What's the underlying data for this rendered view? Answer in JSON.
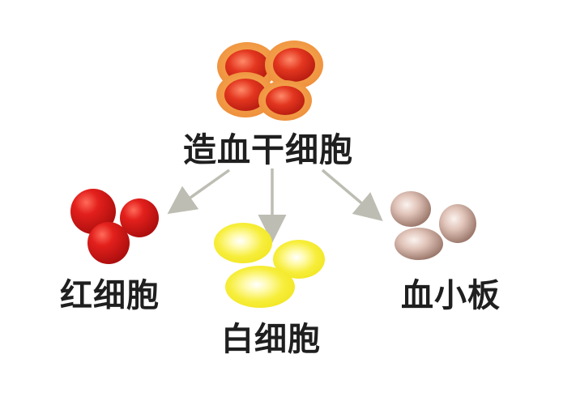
{
  "diagram": {
    "source": {
      "label": "造血干细胞",
      "cell_color": "#e0422a",
      "rim_color": "#f2a24a"
    },
    "targets": [
      {
        "key": "red",
        "label": "红细胞",
        "cell_color": "#d81d1d"
      },
      {
        "key": "white",
        "label": "白细胞",
        "cell_color": "#f4ea3a"
      },
      {
        "key": "platelet",
        "label": "血小板",
        "cell_color": "#c9a79a"
      }
    ],
    "arrow_color": "#bdbdb3"
  }
}
